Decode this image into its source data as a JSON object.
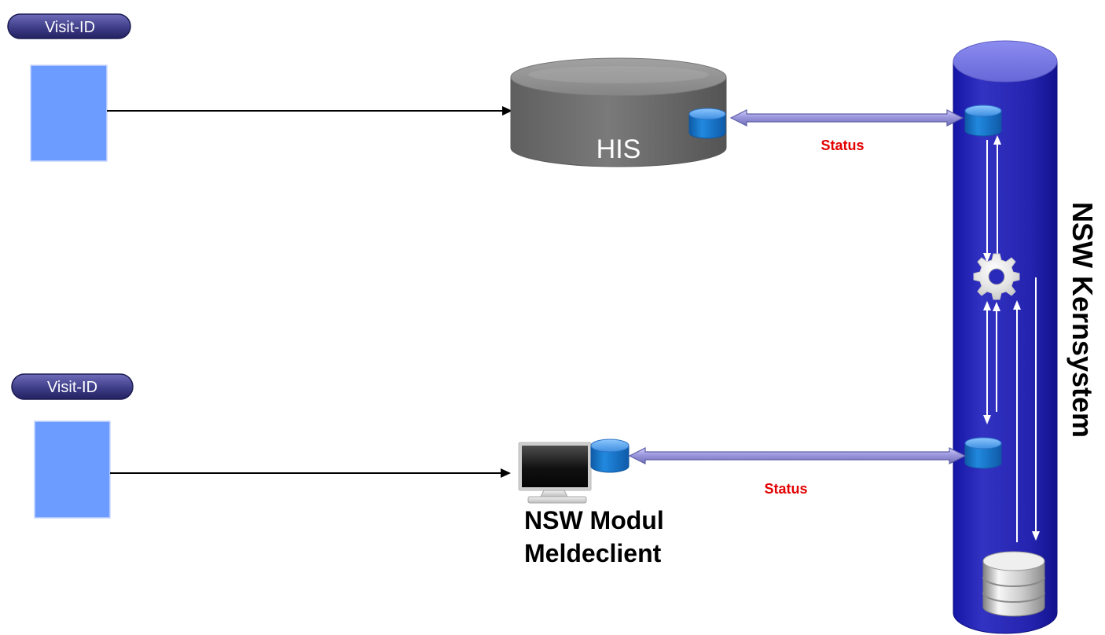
{
  "visit_badges": [
    {
      "label": "Visit-ID"
    },
    {
      "label": "Visit-ID"
    }
  ],
  "his": {
    "label": "HIS"
  },
  "links": [
    {
      "label": "Status"
    },
    {
      "label": "Status"
    }
  ],
  "module": {
    "line1": "NSW Modul",
    "line2": "Meldeclient"
  },
  "core": {
    "label": "NSW Kernsystem"
  },
  "colors": {
    "pill": "#3e3d88",
    "document": "#6c9cff",
    "his": "#676767",
    "core": "#2424b2",
    "link": "#9b97dd",
    "small_db": "#1673cf",
    "status": "#e20000"
  }
}
